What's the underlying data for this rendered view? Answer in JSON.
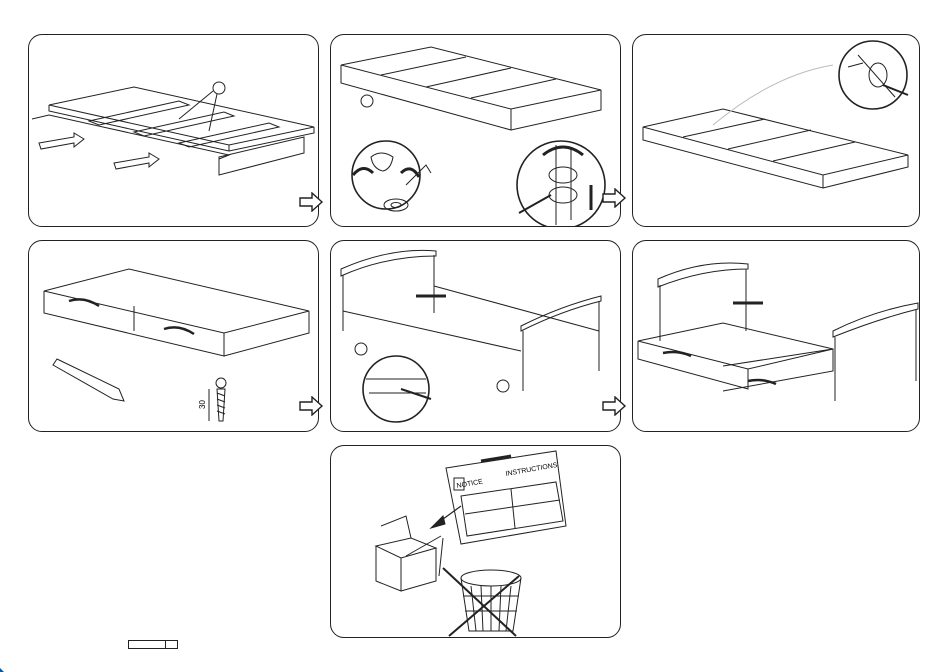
{
  "steps": [
    {
      "id": "step-1"
    },
    {
      "id": "step-2"
    },
    {
      "id": "step-3"
    },
    {
      "id": "step-4",
      "screw_length": "30"
    },
    {
      "id": "step-5"
    },
    {
      "id": "step-6"
    },
    {
      "id": "step-7",
      "notice_label": "NOTICE",
      "instructions_label": "INSTRUCTIONS"
    }
  ],
  "colors": {
    "line": "#222222",
    "accent": "#0a58a6"
  }
}
